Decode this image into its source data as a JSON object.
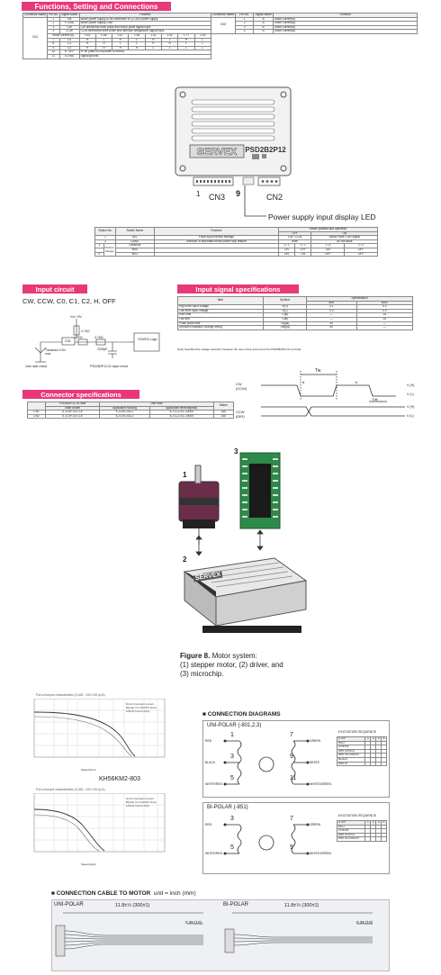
{
  "functions": {
    "title": "Functions, Setting and Connections",
    "cn1_headers": [
      "Connector Name",
      "Pin No.",
      "Signal Name",
      "Function"
    ],
    "cn1_name": "CN1",
    "cn1_rows": [
      [
        "1",
        "VM",
        "Motor power supply to be connected to 12-36V power supply"
      ],
      [
        "2",
        "P-GND",
        "Motor power supply GND"
      ],
      [
        "3",
        "CW",
        "CW directional drive pulse and motor pulse signal input"
      ],
      [
        "4",
        "CCW",
        "CCW directional drive pulse and direction designation signal input"
      ]
    ],
    "motor_current_label": "Motor current (A)",
    "motor_current_values": [
      "0.41",
      "0.58",
      "0.67",
      "1.08",
      "1.32",
      "1.52",
      "1.77",
      "2.00"
    ],
    "cs_rows": [
      [
        "7",
        "C0",
        "H",
        "L",
        "H",
        "L",
        "H",
        "L",
        "H",
        "L"
      ],
      [
        "8",
        "C1",
        "H",
        "H",
        "L",
        "L",
        "H",
        "H",
        "L",
        "L"
      ],
      [
        "9",
        "C2",
        "H",
        "H",
        "H",
        "H",
        "L",
        "L",
        "L",
        "L"
      ]
    ],
    "cn1_tail_rows": [
      [
        "10",
        "H. OFF",
        "H: off (used to cut power to motor)"
      ],
      [
        "11",
        "S-GND",
        "Signal ground"
      ]
    ],
    "cn2_headers": [
      "Connector Name",
      "Pin No.",
      "Signal Name",
      "Function"
    ],
    "cn2_name": "CN2",
    "cn2_rows": [
      [
        "1",
        "A",
        "Motor current(A)"
      ],
      [
        "2",
        "A̅",
        "Motor current(A̅)"
      ],
      [
        "3",
        "B",
        "Motor current(B)"
      ],
      [
        "4",
        "B̅",
        "Motor current(B̅)"
      ]
    ]
  },
  "driver_board": {
    "model": "PSD2B2P12",
    "brand": "SERVEX",
    "label_cn3": "CN3",
    "label_9": "9",
    "label_cn2": "CN2",
    "label_1": "1",
    "power_led_label": "Power supply input display LED"
  },
  "switch_table": {
    "headers": [
      "Switch No.",
      "Switch Name",
      "Function"
    ],
    "pos_header": "Switch position and operation",
    "pos_off": "OFF",
    "pos_on": "ON",
    "rows": [
      [
        "1",
        "SEL",
        "Pulse input method settings",
        "CW / CCW",
        "Serial Pulse / DIR signal"
      ],
      [
        "2",
        "DANS",
        "Direction of automatic motor power stop feature",
        "level",
        "Do not issue"
      ],
      [
        "3",
        "",
        "Divisions",
        "1 / 2",
        "1 / 1",
        "1 / 4",
        "1 / 2"
      ],
      [
        "",
        "MS0",
        "",
        "ON",
        "OFF",
        "ON",
        "OFF"
      ],
      [
        "4",
        "MS1",
        "",
        "ON",
        "ON",
        "OFF",
        "OFF"
      ]
    ],
    "side_label": "Divisions changes"
  },
  "input_circuit": {
    "title": "Input circuit",
    "signals": "CW, CCW, C0, C1, C2, H, OFF",
    "vcc": "Vcc +5V",
    "r1": "4.7KΩ",
    "r2": "4.7KΩ",
    "r3": "4.7KΩ",
    "cap": "2200pF",
    "logic": "HCMOS Logic",
    "user_circuit": "User side circuit",
    "driver_circuit": "PSD2B2P12-01 input circuit",
    "transistor": "Transistor 0.5V max",
    "cn1": "CN1"
  },
  "input_spec": {
    "title": "Input signal specifications",
    "headers": [
      "Item",
      "Symbol",
      "Specification"
    ],
    "subheaders": [
      "MIN",
      "MAX"
    ],
    "rows": [
      [
        "High level input voltage",
        "V(H)",
        "4.1",
        "5.0"
      ],
      [
        "Low level input voltage",
        "V(L)",
        "0.0",
        "0.9"
      ],
      [
        "Rise time",
        "T(up)",
        "—",
        "25"
      ],
      [
        "Fall time",
        "T(dn)",
        "—",
        "15"
      ],
      [
        "Pulse pulse time",
        "Tw(μs)",
        "50",
        "—"
      ],
      [
        "Direction indication change timing",
        "Tdir(μs)",
        "50",
        "—"
      ]
    ],
    "note": "Note) Specified the voltage waveform between the user circuit ground and the PSD2B2P12-01 terminal."
  },
  "connector_spec": {
    "title": "Connector specifications",
    "headers": [
      "",
      "PSD2B2P12-01 side",
      "User side",
      "",
      "Maker"
    ],
    "subheaders": [
      "Main Model",
      "Applicable housing",
      "Applicable terminal(max)"
    ],
    "rows": [
      [
        "CN1",
        "IL-S-6P-S3T2-E",
        "IL-S-6S-S3C2",
        "IL-S-C2-SC-10000",
        "JAE"
      ],
      [
        "CN2",
        "IL-S-4P-S3T2-E",
        "IL-S-4S-S3C2",
        "IL-S-C2-SC-10000",
        "JAE"
      ]
    ]
  },
  "timing": {
    "cw": "CW (CCW)",
    "ccw": "CCW (DIR)",
    "tw": "Tw",
    "tr": "tr",
    "tf": "tf",
    "tdir": "Tdir",
    "vh": "V (H)",
    "vl": "V (L)"
  },
  "motor_system": {
    "label1": "1",
    "label2": "2",
    "label3": "3",
    "caption_bold": "Figure 8.",
    "caption_line1": " Motor system:",
    "caption_line2": "(1) stepper motor, (2) driver, and",
    "caption_line3": "(3) microchip.",
    "brand": "SERVEX"
  },
  "curves": {
    "title1": "Pull out torque characteristics (3.16Ω · 24V 0.28 Ip=A)",
    "legend1": "Drive=Constant current Bipolar  Vm=36VDC Drive 1/2Full  Cont=1.0(A)",
    "model": "KH56KM2-803",
    "title2": "Pull out torque characteristics (3.16Ω · 24V 0.28 Ip=A)",
    "legend2": "Drive=Constant current Bipolar  Vm=24VDC Drive 1/2Full  Cont=1.0(A)",
    "xaxis": "Speed (rpm)",
    "xaxis2": "Speed (pps)"
  },
  "connection": {
    "title": "CONNECTION DIAGRAMS",
    "unipolar_title": "UNI-POLAR (-801,2,3)",
    "bipolar_title": "BI-POLAR (-851)",
    "excitation": "EXCITATION SEQUENCE",
    "uni_wires_left": [
      "RED",
      "BLACK",
      "WHITE/RED"
    ],
    "uni_wires_right": [
      "GREEN",
      "WHITE",
      "WHITE/GREEN"
    ],
    "uni_pins_left": [
      "1",
      "3",
      "5"
    ],
    "uni_pins_right": [
      "7",
      "9",
      "11"
    ],
    "uni_seq_headers": [
      "STEP",
      "1",
      "2",
      "3",
      "4"
    ],
    "uni_seq_rows": [
      "RED",
      "GREEN",
      "WHITE/RED",
      "WHITE/GREEN",
      "BLACK",
      "WHITE"
    ],
    "bi_wires_left": [
      "RED",
      "WHITE/RED"
    ],
    "bi_wires_right": [
      "GREEN",
      "WHITE/GREEN"
    ],
    "bi_pins_left": [
      "3",
      "5"
    ],
    "bi_pins_right": [
      "7",
      "9"
    ],
    "bi_seq_headers": [
      "STEP",
      "1",
      "2",
      "3",
      "4"
    ],
    "bi_seq_rows": [
      "RED",
      "GREEN",
      "WHITE/RED",
      "WHITE/GREEN"
    ]
  },
  "cable": {
    "title": "CONNECTION CABLE TO MOTOR",
    "unit": "unit = inch (mm)",
    "unipolar": "UNI-POLAR",
    "bipolar": "BI-POLAR",
    "length_uni": "11.8±½ (300±1)",
    "length_bi": "11.8±½ (300±1)",
    "strip_uni": "0.39 (10)",
    "strip_bi": "0.39 (10)"
  },
  "colors": {
    "accent": "#e8387a"
  }
}
